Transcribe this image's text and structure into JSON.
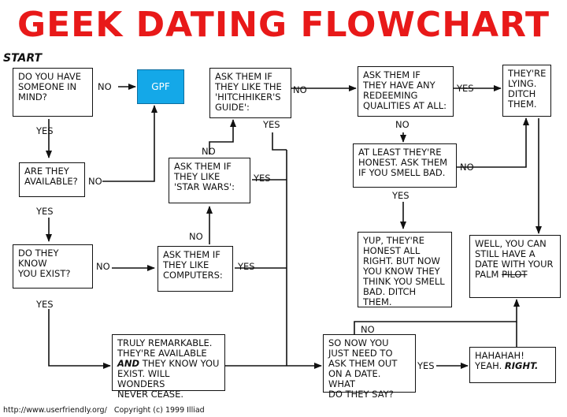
{
  "title": "GEEK DATING FLOWCHART",
  "start_label": "START",
  "nodes": {
    "q_someone": "DO YOU HAVE\nSOMEONE IN\nMIND?",
    "gpf": "GPF",
    "q_hitchhiker": "ASK THEM IF\nTHEY LIKE THE\n'HITCHHIKER'S\nGUIDE':",
    "q_redeeming": "ASK THEM IF\nTHEY HAVE ANY\nREDEEMING\nQUALITIES AT ALL:",
    "lying": "THEY'RE\nLYING.\nDITCH\nTHEM.",
    "q_available": "ARE THEY\nAVAILABLE?",
    "q_starwars": "ASK THEM IF\nTHEY LIKE\n'STAR WARS':",
    "q_smell": "AT LEAST THEY'RE\nHONEST. ASK THEM\nIF YOU SMELL BAD.",
    "q_know_exist": "DO THEY KNOW\nYOU EXIST?",
    "q_computers": "ASK THEM IF\nTHEY LIKE\nCOMPUTERS:",
    "ditch_smell": "YUP, THEY'RE\nHONEST ALL\nRIGHT. BUT NOW\nYOU KNOW THEY\nTHINK YOU SMELL\nBAD. DITCH THEM.",
    "palm_a": "WELL, YOU CAN\nSTILL HAVE A\nDATE WITH YOUR\nPALM ",
    "palm_strike": "PILOT",
    "remarkable_a": "TRULY REMARKABLE.\nTHEY'RE AVAILABLE\n",
    "remarkable_and": "AND",
    "remarkable_b": " THEY KNOW YOU\nEXIST. WILL WONDERS\nNEVER CEASE.",
    "ask_out": "SO NOW YOU\nJUST NEED TO\nASK THEM OUT\nON A DATE. WHAT\nDO THEY SAY?",
    "hahah_a": "HAHAHAH!\nYEAH. ",
    "hahah_right": "RIGHT."
  },
  "labels": {
    "no": "NO",
    "yes": "YES"
  },
  "credit": {
    "url": "http://www.userfriendly.org/",
    "copyright": "Copyright (c) 1999 Illiad"
  },
  "colors": {
    "title": "#e81919",
    "gpf_fill": "#14a8e8",
    "line": "#111111"
  }
}
